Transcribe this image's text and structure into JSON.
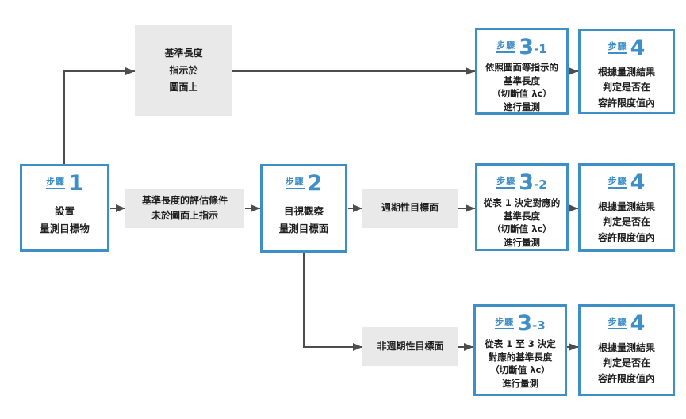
{
  "steps": {
    "step1": {
      "label": "步驟",
      "number": "1",
      "suffix": "",
      "lines": [
        "設置",
        "量測目標物"
      ]
    },
    "step2": {
      "label": "步驟",
      "number": "2",
      "suffix": "",
      "lines": [
        "目視觀察",
        "量測目標面"
      ]
    },
    "step3_1": {
      "label": "步驟",
      "number": "3",
      "suffix": "-1",
      "lines": [
        "依照圖面等指示的",
        "基準長度",
        "（切斷值 λc）",
        "進行量測"
      ]
    },
    "step3_2": {
      "label": "步驟",
      "number": "3",
      "suffix": "-2",
      "lines": [
        "從表 1 決定對應的",
        "基準長度",
        "（切斷值 λc）",
        "進行量測"
      ]
    },
    "step3_3": {
      "label": "步驟",
      "number": "3",
      "suffix": "-3",
      "lines": [
        "從表 1 至 3 決定",
        "對應的基準長度",
        "（切斷值 λc）",
        "進行量測"
      ]
    },
    "step4": {
      "label": "步驟",
      "number": "4",
      "suffix": "",
      "lines": [
        "根據量測結果",
        "判定是否在",
        "容許限度值內"
      ]
    }
  },
  "conditions": {
    "indicated": [
      "基準長度",
      "指示於",
      "圖面上"
    ],
    "not_indicated": [
      "基準長度的評估條件",
      "未於圖面上指示"
    ],
    "periodic": [
      "週期性目標面"
    ],
    "aperiodic": [
      "非週期性目標面"
    ]
  },
  "colors": {
    "accent_blue": "#3E8EC8",
    "gray_fill": "#E9E9E9",
    "arrow": "#4D4D4D",
    "text": "#1F1F1F",
    "background": "#FFFFFF"
  }
}
